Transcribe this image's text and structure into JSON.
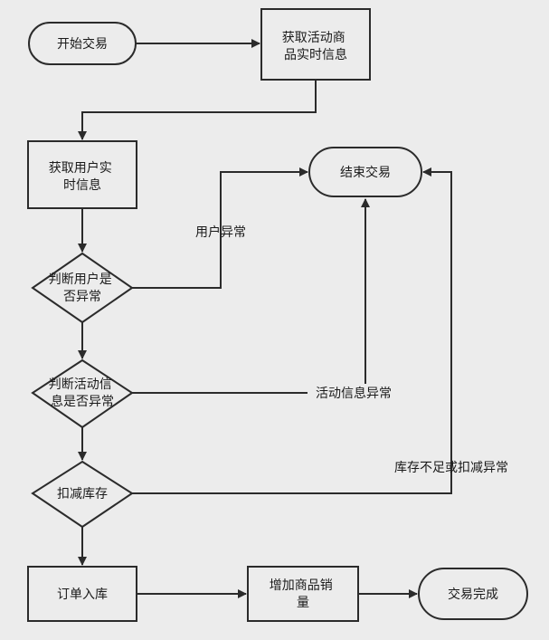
{
  "nodes": {
    "start": {
      "lines": [
        "开始交易"
      ]
    },
    "get_product": {
      "lines": [
        "获取活动商",
        "品实时信息"
      ]
    },
    "get_user": {
      "lines": [
        "获取用户实",
        "时信息"
      ]
    },
    "end": {
      "lines": [
        "结束交易"
      ]
    },
    "check_user": {
      "lines": [
        "判断用户是",
        "否异常"
      ]
    },
    "check_activity": {
      "lines": [
        "判断活动信",
        "息是否异常"
      ]
    },
    "deduct_stock": {
      "lines": [
        "扣减库存"
      ]
    },
    "order_store": {
      "lines": [
        "订单入库"
      ]
    },
    "add_sales": {
      "lines": [
        "增加商品销",
        "量"
      ]
    },
    "complete": {
      "lines": [
        "交易完成"
      ]
    }
  },
  "edge_labels": {
    "user_abnormal": "用户异常",
    "activity_abnormal": "活动信息异常",
    "stock_abnormal": "库存不足或扣减异常"
  },
  "colors": {
    "background": "#ececec",
    "stroke": "#2b2b2b",
    "text": "#1a1a1a"
  }
}
